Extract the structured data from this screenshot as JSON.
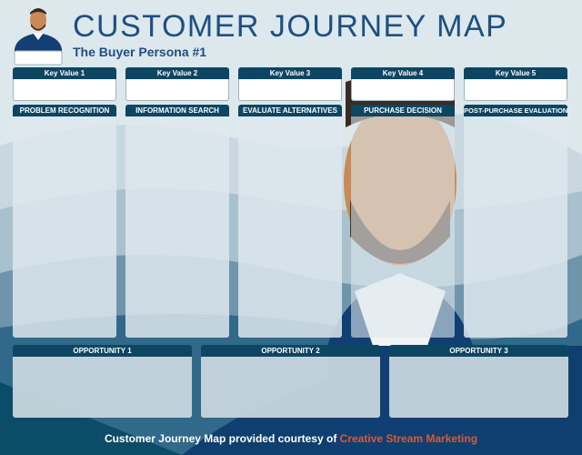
{
  "header": {
    "title": "CUSTOMER JOURNEY MAP",
    "subtitle": "The Buyer Persona #1"
  },
  "key_values": [
    "Key Value 1",
    "Key Value 2",
    "Key Value 3",
    "Key Value 4",
    "Key Value 5"
  ],
  "stages": [
    "PROBLEM RECOGNITION",
    "INFORMATION SEARCH",
    "EVALUATE ALTERNATIVES",
    "PURCHASE DECISION",
    "POST-PURCHASE EVALUATION"
  ],
  "opportunities": [
    "OPPORTUNITY 1",
    "OPPORTUNITY 2",
    "OPPORTUNITY 3"
  ],
  "footer": {
    "text": "Customer Journey Map provided courtesy of ",
    "brand": "Creative Stream Marketing"
  },
  "colors": {
    "header": "#0d4663",
    "title": "#1d4f82",
    "brand": "#e2572d"
  }
}
